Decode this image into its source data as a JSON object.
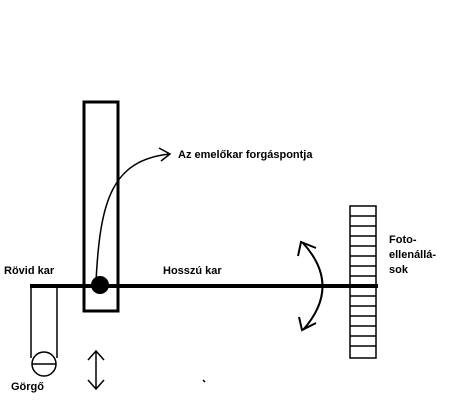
{
  "labels": {
    "pivot": "Az emelőkar forgáspontja",
    "long_arm": "Hosszú kar",
    "short_arm": "Rövid kar",
    "roller": "Görgő",
    "photoresistors": [
      "Foto-",
      "ellenállá-",
      "sok"
    ]
  },
  "colors": {
    "ink": "#000000",
    "background": "#ffffff"
  }
}
